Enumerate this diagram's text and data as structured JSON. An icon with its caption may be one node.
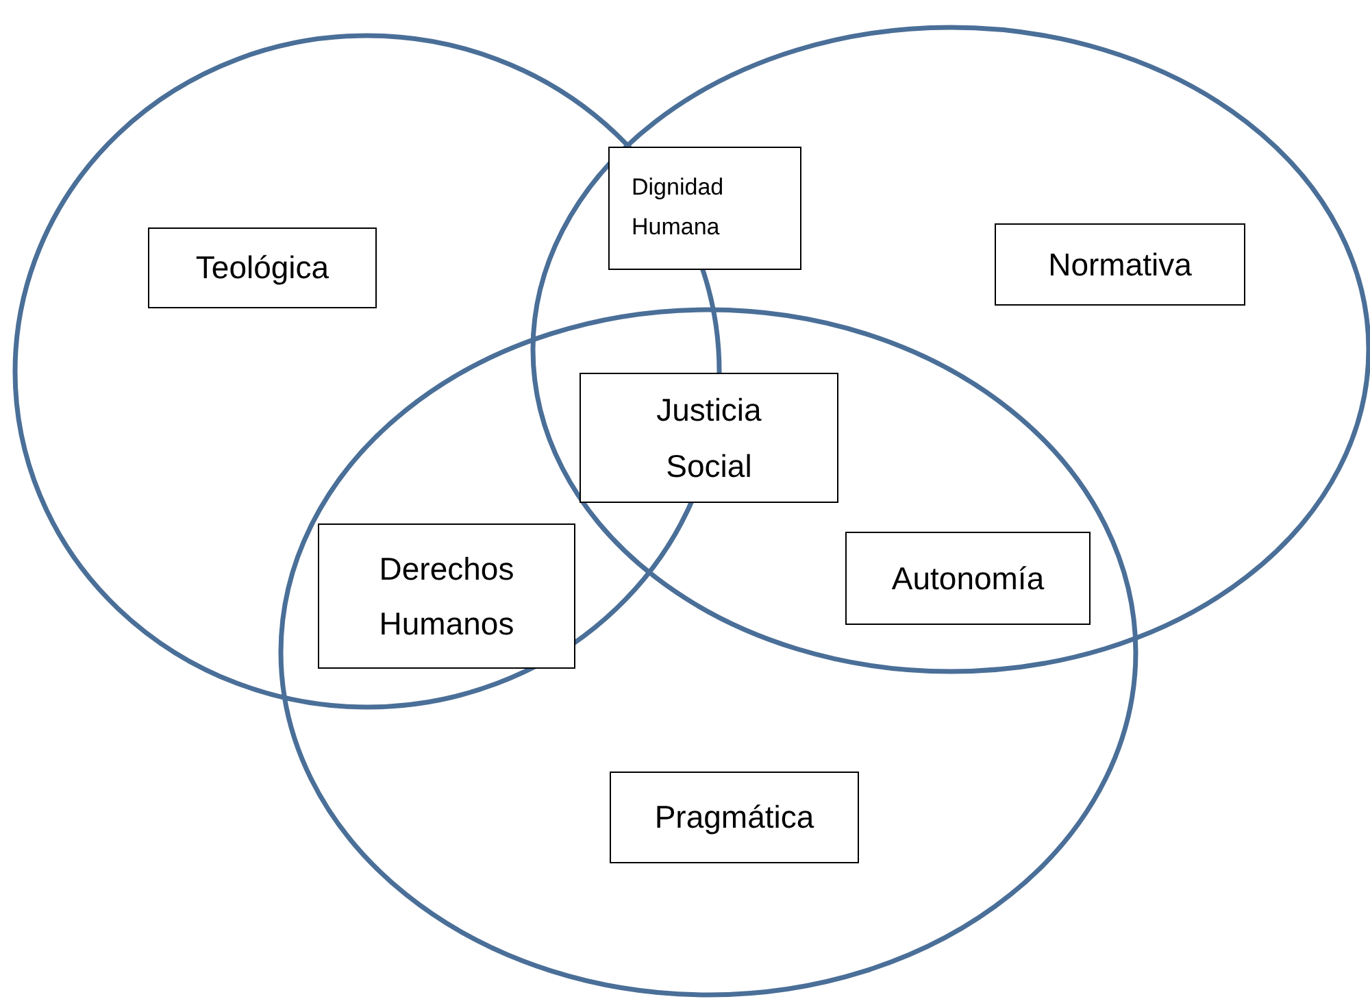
{
  "diagram": {
    "nodes": [
      {
        "text": [
          "Teológica"
        ]
      },
      {
        "text": [
          "Dignidad Humana"
        ]
      },
      {
        "text": [
          "Normativa"
        ]
      },
      {
        "text": [
          "Justicia Social"
        ]
      },
      {
        "text": [
          "Derechos Humanos"
        ]
      },
      {
        "text": [
          "Autonomía"
        ]
      },
      {
        "text": [
          "Pragmática"
        ]
      }
    ]
  }
}
